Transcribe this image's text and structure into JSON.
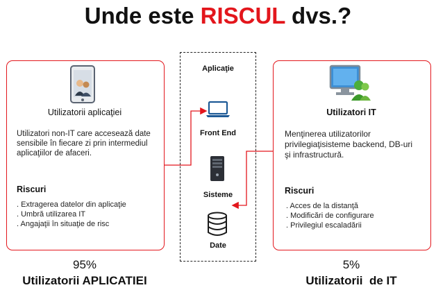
{
  "title": {
    "prefix": "Unde este",
    "highlight": "RISCUL",
    "suffix": "dvs.?"
  },
  "colors": {
    "accent": "#e3161c",
    "text": "#111111",
    "box_border": "#e3161c",
    "center_border": "#222222"
  },
  "left": {
    "icon": "mobile-user-icon",
    "heading": "Utilizatorii aplicaţiei",
    "description": "Utilizatori non-IT care accesează date sensibile în fiecare zi prin intermediul aplicaţiilor de afaceri.",
    "risks_title": "Riscuri",
    "risks": [
      ". Extragerea datelor din aplicaţie",
      ". Umbră utilizarea IT",
      ". Angajaţii în situaţie de risc"
    ],
    "percent": "95%",
    "bottom_label": "Utilizatorii APLICATIEI"
  },
  "center": {
    "title": "Aplicaţie",
    "items": [
      {
        "label": "Front End",
        "icon": "laptop-icon"
      },
      {
        "label": "Sisteme",
        "icon": "server-icon"
      },
      {
        "label": "Date",
        "icon": "database-icon"
      }
    ]
  },
  "right": {
    "icon": "monitor-users-icon",
    "heading": "Utilizatori IT",
    "description": "Menţinerea utilizatorilor privilegiaţisisteme backend, DB-uri şi infrastructură.",
    "risks_title": "Riscuri",
    "risks": [
      ". Acces de la distanţă",
      ". Modificări de configurare",
      ". Privilegiul escaladării"
    ],
    "percent": "5%",
    "bottom_label": "Utilizatorii  de IT"
  }
}
